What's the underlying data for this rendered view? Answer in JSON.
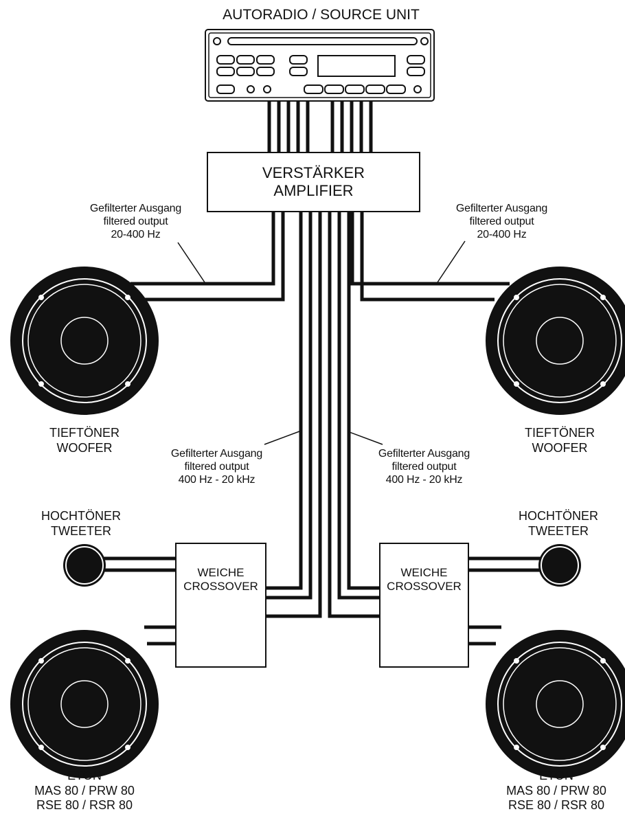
{
  "source_unit": {
    "label": "AUTORADIO / SOURCE UNIT"
  },
  "amplifier": {
    "line1": "VERSTÄRKER",
    "line2": "AMPLIFIER"
  },
  "sub_output": {
    "line1": "Gefilterter Ausgang",
    "line2": "filtered output",
    "line3": "20-400 Hz"
  },
  "mid_output": {
    "line1": "Gefilterter Ausgang",
    "line2": "filtered output",
    "line3": "400 Hz - 20 kHz"
  },
  "woofer": {
    "line1": "TIEFTÖNER",
    "line2": "WOOFER"
  },
  "tweeter": {
    "line1": "HOCHTÖNER",
    "line2": "TWEETER"
  },
  "crossover": {
    "line1": "WEICHE",
    "line2": "CROSSOVER"
  },
  "component": {
    "line1": "ETON",
    "line2": "MAS 80 / PRW 80",
    "line3": "RSE 80 / RSR 80"
  },
  "colors": {
    "ink": "#111111",
    "paper": "#ffffff"
  }
}
